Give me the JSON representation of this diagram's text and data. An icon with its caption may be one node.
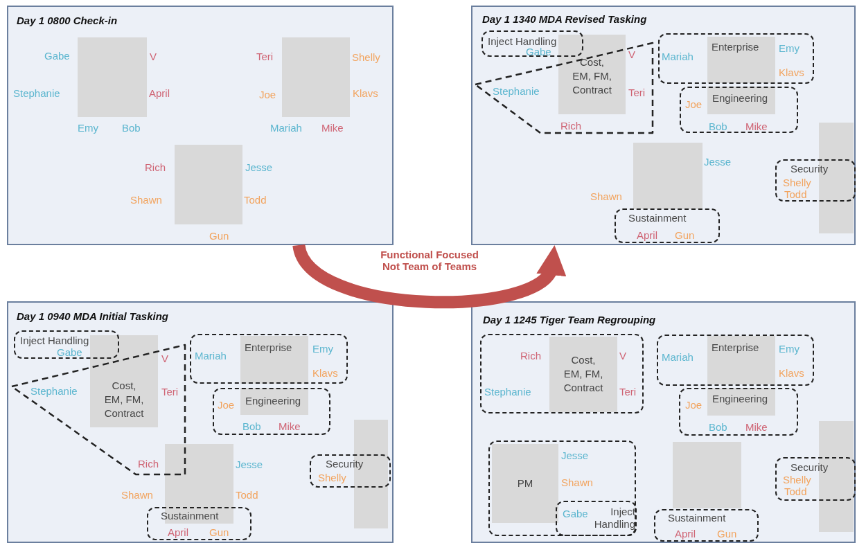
{
  "diagram": {
    "nodes": [
      {
        "text": [
          "Day 1 0800 Check-in"
        ]
      },
      {
        "text": [],
        "shape": "box",
        "in": 0,
        "beside": [
          "Gabe",
          "V",
          "Stephanie",
          "April",
          "Emy",
          "Bob"
        ]
      },
      {
        "text": [],
        "shape": "box",
        "in": 0,
        "beside": [
          "Teri",
          "Shelly",
          "Joe",
          "Klavs",
          "Mariah",
          "Mike"
        ]
      },
      {
        "text": [],
        "shape": "box",
        "in": 0,
        "beside": [
          "Rich",
          "Jesse",
          "Shawn",
          "Todd",
          "Gun"
        ]
      },
      {
        "text": [
          "Day 1 1340 MDA Revised Tasking"
        ]
      },
      {
        "text": [
          "Inject Handling",
          "Gabe"
        ],
        "in": 4
      },
      {
        "text": [
          "Cost, EM, FM, Contract"
        ],
        "in": 4
      },
      {
        "text": [
          "V",
          "Stephanie",
          "Teri",
          "Rich"
        ],
        "in": 4
      },
      {
        "text": [
          "Enterprise",
          "Emy",
          "Mariah",
          "Klavs"
        ],
        "in": 4
      },
      {
        "text": [
          "Engineering",
          "Joe",
          "Bob",
          "Mike"
        ],
        "in": 4
      },
      {
        "text": [],
        "shape": "box",
        "in": 4,
        "beside": [
          "Jesse",
          "Shawn"
        ]
      },
      {
        "text": [
          "Security",
          "Shelly",
          "Todd"
        ],
        "in": 4
      },
      {
        "text": [
          "Sustainment",
          "April",
          "Gun"
        ],
        "in": 4
      },
      {
        "text": [
          "Day 1 0940 MDA Initial Tasking"
        ]
      },
      {
        "text": [
          "Inject Handling",
          "Gabe"
        ],
        "in": 13
      },
      {
        "text": [
          "Cost, EM, FM, Contract"
        ],
        "in": 13
      },
      {
        "text": [
          "V",
          "Stephanie",
          "Teri",
          "Rich"
        ],
        "in": 13
      },
      {
        "text": [
          "Enterprise",
          "Emy",
          "Mariah",
          "Klavs"
        ],
        "in": 13
      },
      {
        "text": [
          "Engineering",
          "Joe",
          "Bob",
          "Mike"
        ],
        "in": 13
      },
      {
        "text": [],
        "shape": "box",
        "in": 13,
        "beside": [
          "Jesse",
          "Shawn",
          "Todd"
        ]
      },
      {
        "text": [
          "Security",
          "Shelly"
        ],
        "in": 13
      },
      {
        "text": [
          "Sustainment",
          "April",
          "Gun"
        ],
        "in": 13
      },
      {
        "text": [
          "Day 1 1245 Tiger Team Regrouping"
        ]
      },
      {
        "text": [
          "Rich",
          "V",
          "Stephanie",
          "Teri"
        ],
        "in": 22
      },
      {
        "text": [
          "Cost, EM, FM, Contract"
        ],
        "in": 23
      },
      {
        "text": [
          "Enterprise",
          "Emy",
          "Mariah",
          "Klavs"
        ],
        "in": 22
      },
      {
        "text": [
          "Engineering",
          "Joe",
          "Bob",
          "Mike"
        ],
        "in": 22
      },
      {
        "text": [
          "Jesse",
          "Shawn"
        ],
        "in": 22
      },
      {
        "text": [
          "PM"
        ],
        "in": 27
      },
      {
        "text": [
          "Gabe",
          "Inject Handling"
        ],
        "in": 27
      },
      {
        "text": [],
        "shape": "box",
        "in": 22
      },
      {
        "text": [
          "Security",
          "Shelly",
          "Todd"
        ],
        "in": 22
      },
      {
        "text": [
          "Sustainment",
          "April",
          "Gun"
        ],
        "in": 22
      },
      {
        "text": [],
        "shape": "box",
        "in": 4
      },
      {
        "text": [],
        "shape": "box",
        "in": 13
      },
      {
        "text": [],
        "shape": "box",
        "in": 22
      }
    ],
    "edges": [
      {
        "from": 0,
        "to": 4,
        "arrow": "to",
        "label": "Functional Focused Not Team of Teams",
        "color": "#c0504d"
      }
    ]
  }
}
